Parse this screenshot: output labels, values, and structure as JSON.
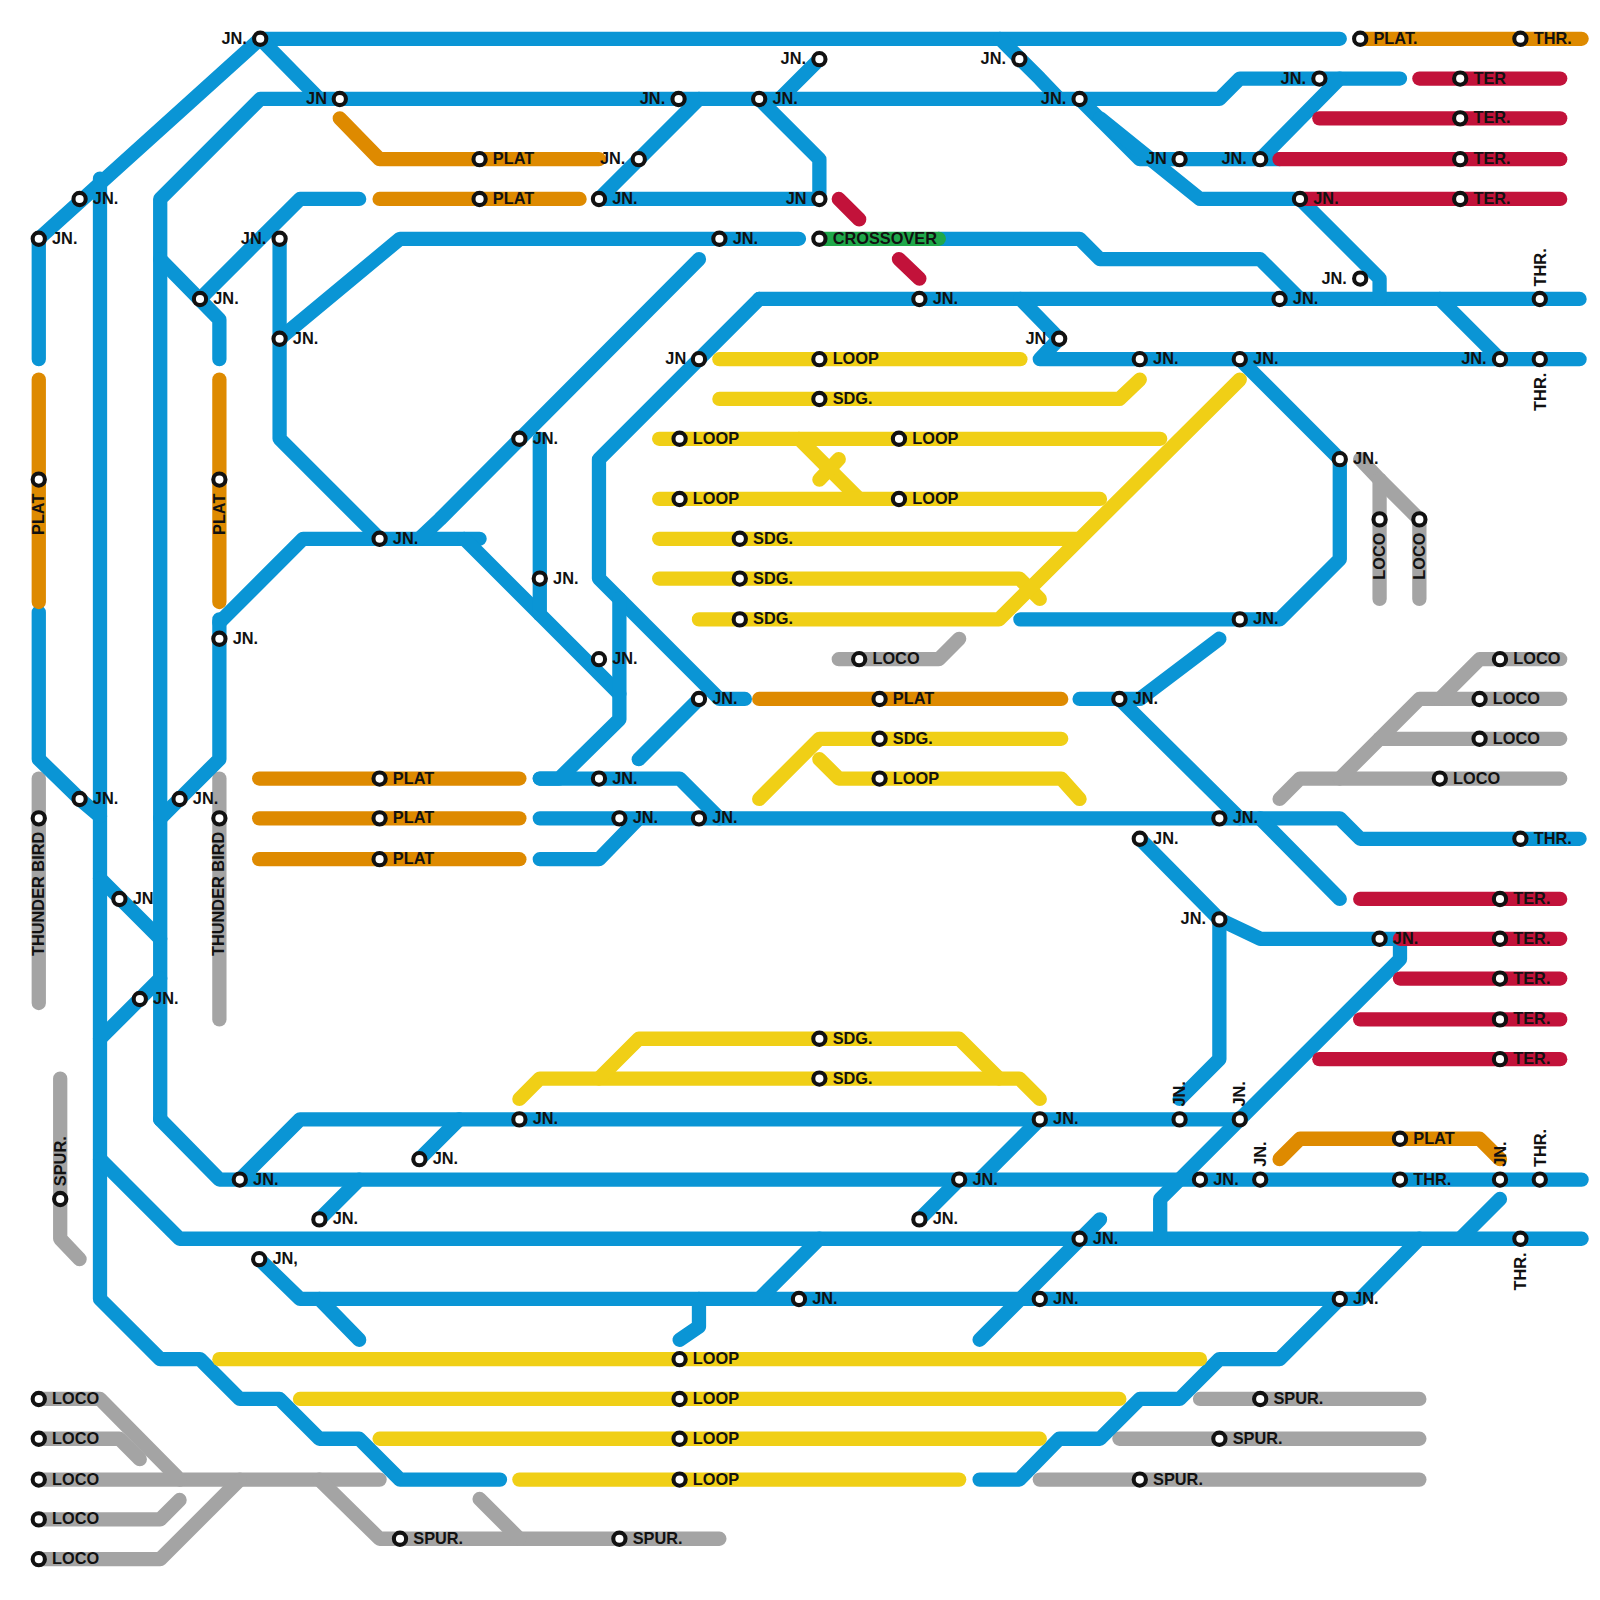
{
  "diagram": {
    "labels": [
      "JN.",
      "PLAT.",
      "THR.",
      "JN.",
      "JN.",
      "JN.",
      "TER",
      "JN",
      "JN.",
      "JN.",
      "JN.",
      "TER.",
      "PLAT",
      "JN.",
      "JN",
      "JN.",
      "TER.",
      "JN.",
      "PLAT",
      "JN.",
      "JN",
      "JN.",
      "TER.",
      "JN.",
      "JN.",
      "JN.",
      "CROSSOVER",
      "JN.",
      "JN.",
      "JN.",
      "JN.",
      "THR.",
      "JN.",
      "JN",
      "JN",
      "LOOP",
      "JN.",
      "JN.",
      "JN.",
      "THR.",
      "SDG.",
      "JN.",
      "LOOP",
      "LOOP",
      "JN.",
      "PLAT",
      "PLAT",
      "LOOP",
      "LOOP",
      "LOCO",
      "LOCO",
      "JN.",
      "SDG.",
      "JN.",
      "SDG.",
      "SDG.",
      "JN.",
      "JN.",
      "JN.",
      "LOCO",
      "LOCO",
      "JN.",
      "PLAT",
      "JN.",
      "LOCO",
      "SDG.",
      "LOCO",
      "PLAT",
      "JN.",
      "LOOP",
      "LOCO",
      "JN.",
      "JN.",
      "THUNDER BIRD",
      "THUNDER BIRD",
      "PLAT",
      "JN.",
      "JN.",
      "JN.",
      "JN.",
      "THR.",
      "PLAT",
      "JN",
      "TER.",
      "JN.",
      "JN.",
      "TER.",
      "TER.",
      "JN.",
      "TER.",
      "SDG.",
      "TER.",
      "SDG.",
      "JN.",
      "JN.",
      "JN.",
      "JN.",
      "PLAT",
      "JN.",
      "JN.",
      "JN.",
      "JN.",
      "JN.",
      "THR.",
      "JN.",
      "THR.",
      "SPUR.",
      "JN.",
      "JN.",
      "JN.",
      "THR.",
      "JN,",
      "JN.",
      "JN.",
      "JN.",
      "LOOP",
      "LOCO",
      "LOOP",
      "SPUR.",
      "LOCO",
      "LOOP",
      "SPUR.",
      "LOCO",
      "LOOP",
      "SPUR.",
      "LOCO",
      "SPUR.",
      "SPUR.",
      "LOCO"
    ]
  }
}
